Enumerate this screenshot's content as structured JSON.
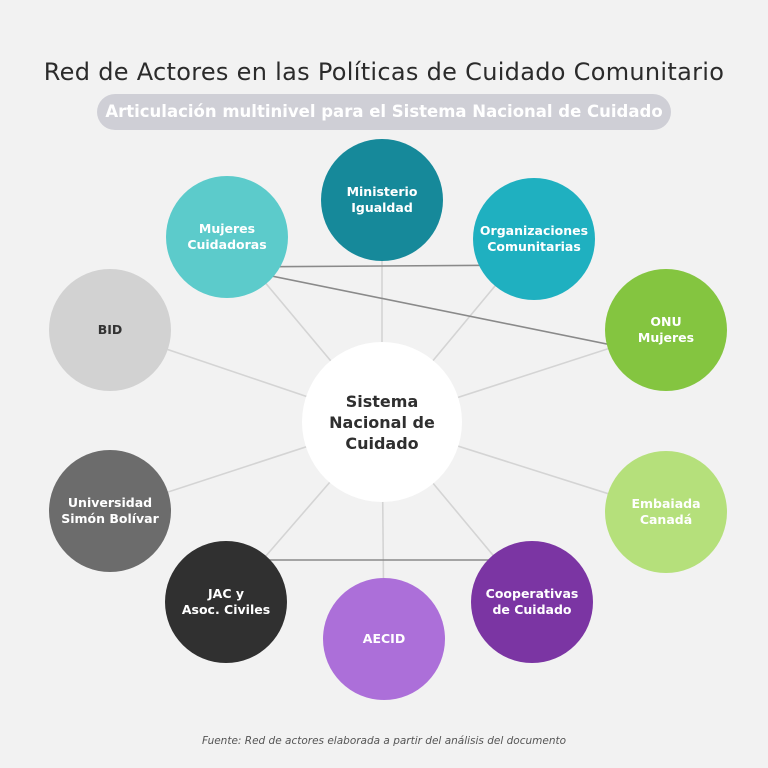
{
  "title": "Red de Actores en las Políticas de Cuidado Comunitario",
  "subtitle": "Articulación multinivel para el Sistema Nacional de Cuidado",
  "source": "Fuente: Red de actores elaborada a partir del análisis del documento",
  "center": {
    "label": "Sistema\nNacional de\nCuidado",
    "color": "#ffffff"
  },
  "nodes": [
    {
      "id": "ministerio",
      "label": "Ministerio\nIgualdad",
      "color": "#16899a"
    },
    {
      "id": "organizaciones",
      "label": "Organizaciones\nComunitarias",
      "color": "#1fb0c0"
    },
    {
      "id": "onu",
      "label": "ONU\nMujeres",
      "color": "#84c540"
    },
    {
      "id": "embajada",
      "label": "Embaiada\nCanadá",
      "color": "#b5e07b"
    },
    {
      "id": "cooperativas",
      "label": "Cooperativas\nde Cuidado",
      "color": "#7b35a3"
    },
    {
      "id": "aecid",
      "label": "AECID",
      "color": "#ac6fd9"
    },
    {
      "id": "jac",
      "label": "JAC y\nAsoc. Civiles",
      "color": "#303030"
    },
    {
      "id": "universidad",
      "label": "Universidad\nSimón Bolívar",
      "color": "#6c6c6c"
    },
    {
      "id": "bid",
      "label": "BID",
      "color": "#d2d2d2"
    },
    {
      "id": "mujeres",
      "label": "Mujeres\nCuidadoras",
      "color": "#5ccbcb"
    }
  ],
  "connections": [
    [
      "mujeres",
      "organizaciones"
    ],
    [
      "mujeres",
      "onu"
    ],
    [
      "jac",
      "cooperativas"
    ]
  ]
}
